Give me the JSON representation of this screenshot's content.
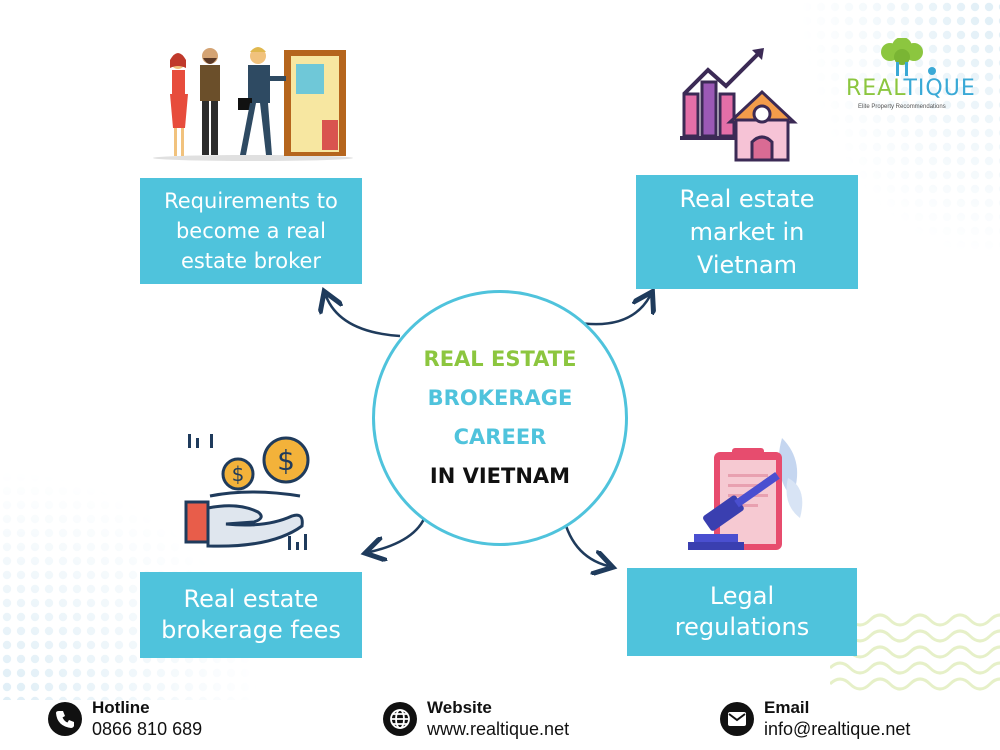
{
  "brand": {
    "logo_word_part1": "REAL",
    "logo_word_part2": "TIQUE",
    "logo_tagline": "Elite Property Recommendations"
  },
  "center": {
    "line1": "REAL ESTATE",
    "line2": "BROKERAGE",
    "line3": "CAREER",
    "line4": "IN VIETNAM"
  },
  "topics": {
    "requirements": [
      "Requirements to",
      "become a real",
      "estate broker"
    ],
    "market": [
      "Real estate",
      "market in",
      "Vietnam"
    ],
    "fees": [
      "Real estate",
      "brokerage fees"
    ],
    "legal": [
      "Legal",
      "regulations"
    ]
  },
  "contacts": {
    "hotline": {
      "label": "Hotline",
      "value": "0866 810 689",
      "icon": "phone-icon"
    },
    "website": {
      "label": "Website",
      "value": "www.realtique.net",
      "icon": "globe-icon"
    },
    "email": {
      "label": "Email",
      "value": "info@realtique.net",
      "icon": "mail-icon"
    }
  },
  "colors": {
    "accent_blue": "#4fc3dc",
    "accent_green": "#8cc63f",
    "arrow_navy": "#1f3b5c"
  }
}
